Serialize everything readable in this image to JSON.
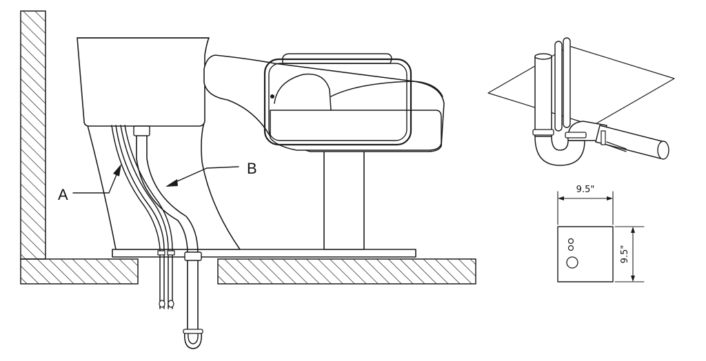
{
  "labels": {
    "line_a": "A",
    "line_b": "B"
  },
  "dimensions": {
    "width": "9.5\"",
    "height": "9.5\""
  },
  "colors": {
    "line": "#1a1a1a",
    "background": "#ffffff"
  }
}
